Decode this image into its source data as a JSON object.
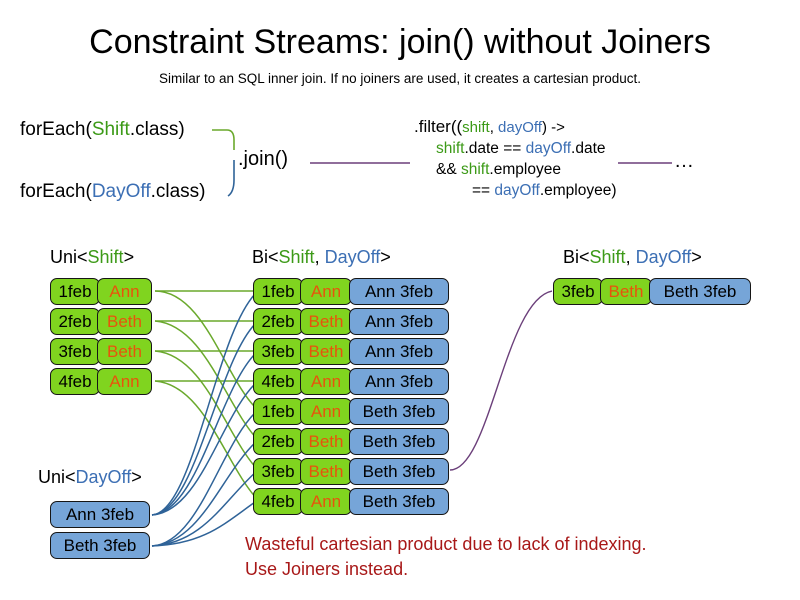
{
  "slide": {
    "title": "Constraint Streams: join() without Joiners",
    "subtitle": "Similar to an SQL inner join. If no joiners are used, it creates a cartesian product.",
    "background": "#ffffff"
  },
  "colors": {
    "shift_green": "#3c9a17",
    "dayoff_blue": "#3c6fb4",
    "card_green": "#80d41f",
    "card_blue": "#76a5d8",
    "name_orange": "#e8540c",
    "warning_red": "#a81818",
    "edge_green": "#6aa92c",
    "edge_blue": "#2f6398",
    "edge_purple": "#6b3f7a"
  },
  "code": {
    "for_each_shift": {
      "prefix": "forEach(",
      "type": "Shift",
      "suffix": ".class)"
    },
    "for_each_dayoff": {
      "prefix": "forEach(",
      "type": "DayOff",
      "suffix": ".class)"
    },
    "join": ".join()",
    "ellipsis": "…",
    "filter": {
      "line1_prefix": ".filter((",
      "line1_shift": "shift",
      "line1_comma": ", ",
      "line1_dayoff": "dayOff",
      "line1_suffix": ") ->",
      "line2_shift": "shift",
      "line2_mid": ".date == ",
      "line2_dayoff": "dayOff",
      "line2_end": ".date",
      "line3_prefix": "&& ",
      "line3_shift": "shift",
      "line3_end": ".employee",
      "line4_prefix": "== ",
      "line4_dayoff": "dayOff",
      "line4_end": ".employee)"
    }
  },
  "streams": {
    "uni_shift": {
      "label_prefix": "Uni<",
      "label_type": "Shift",
      "label_suffix": ">",
      "cards": [
        {
          "date": "1feb",
          "name": "Ann"
        },
        {
          "date": "2feb",
          "name": "Beth"
        },
        {
          "date": "3feb",
          "name": "Beth"
        },
        {
          "date": "4feb",
          "name": "Ann"
        }
      ]
    },
    "uni_dayoff": {
      "label_prefix": "Uni<",
      "label_type": "DayOff",
      "label_suffix": ">",
      "cards": [
        {
          "pair": "Ann 3feb"
        },
        {
          "pair": "Beth 3feb"
        }
      ]
    },
    "bi_joined": {
      "label_prefix": "Bi<",
      "label_shift": "Shift",
      "label_comma": ", ",
      "label_dayoff": "DayOff",
      "label_suffix": ">",
      "cards": [
        {
          "date": "1feb",
          "name": "Ann",
          "pair": "Ann 3feb"
        },
        {
          "date": "2feb",
          "name": "Beth",
          "pair": "Ann 3feb"
        },
        {
          "date": "3feb",
          "name": "Beth",
          "pair": "Ann 3feb"
        },
        {
          "date": "4feb",
          "name": "Ann",
          "pair": "Ann 3feb"
        },
        {
          "date": "1feb",
          "name": "Ann",
          "pair": "Beth 3feb"
        },
        {
          "date": "2feb",
          "name": "Beth",
          "pair": "Beth 3feb"
        },
        {
          "date": "3feb",
          "name": "Beth",
          "pair": "Beth 3feb"
        },
        {
          "date": "4feb",
          "name": "Ann",
          "pair": "Beth 3feb"
        }
      ]
    },
    "bi_filtered": {
      "label_prefix": "Bi<",
      "label_shift": "Shift",
      "label_comma": ", ",
      "label_dayoff": "DayOff",
      "label_suffix": ">",
      "cards": [
        {
          "date": "3feb",
          "name": "Beth",
          "pair": "Beth 3feb"
        }
      ]
    }
  },
  "warning": {
    "line1": "Wasteful cartesian product due to lack of indexing.",
    "line2": "Use Joiners instead."
  }
}
